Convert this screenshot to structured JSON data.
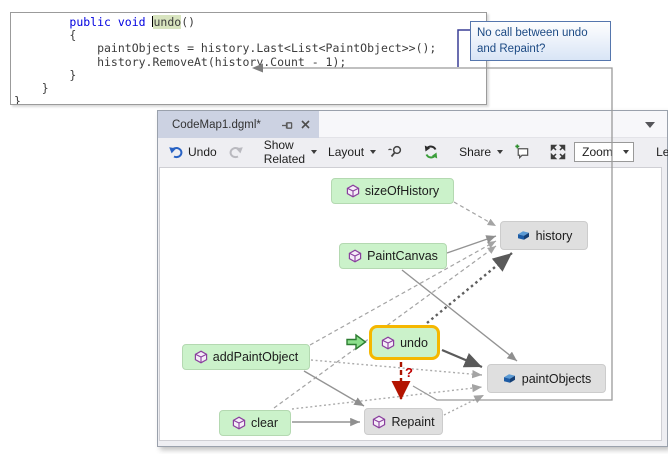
{
  "code_snippet": {
    "indent": "        ",
    "keyword": "public void ",
    "method_name": "undo",
    "signature_suffix": "()",
    "lines": [
      "        {",
      "            paintObjects = history.Last<List<PaintObject>>();",
      "            history.RemoveAt(history.Count - 1);",
      "        }",
      "    }",
      "}"
    ]
  },
  "callout": {
    "text": "No call between undo and Repaint?"
  },
  "window": {
    "tab": {
      "title": "CodeMap1.dgml*"
    },
    "toolbar": {
      "undo": "Undo",
      "show_related": "Show Related",
      "layout": "Layout",
      "share": "Share",
      "zoom": "Zoom",
      "legend": "Legend"
    }
  },
  "graph": {
    "question_mark": "?",
    "nodes": [
      {
        "id": "sizeOfHistory",
        "label": "sizeOfHistory",
        "kind": "method",
        "color": "green"
      },
      {
        "id": "history",
        "label": "history",
        "kind": "field",
        "color": "gray"
      },
      {
        "id": "PaintCanvas",
        "label": "PaintCanvas",
        "kind": "method",
        "color": "green"
      },
      {
        "id": "undo",
        "label": "undo",
        "kind": "method",
        "color": "green",
        "selected": true
      },
      {
        "id": "addPaintObject",
        "label": "addPaintObject",
        "kind": "method",
        "color": "green"
      },
      {
        "id": "paintObjects",
        "label": "paintObjects",
        "kind": "field",
        "color": "gray"
      },
      {
        "id": "clear",
        "label": "clear",
        "kind": "method",
        "color": "green"
      },
      {
        "id": "Repaint",
        "label": "Repaint",
        "kind": "method",
        "color": "gray"
      }
    ],
    "edges": [
      {
        "from": "sizeOfHistory",
        "to": "history",
        "style": "dashed"
      },
      {
        "from": "PaintCanvas",
        "to": "history",
        "style": "solid"
      },
      {
        "from": "undo",
        "to": "history",
        "style": "bold-dotted"
      },
      {
        "from": "addPaintObject",
        "to": "history",
        "style": "dashed"
      },
      {
        "from": "clear",
        "to": "history",
        "style": "dashed"
      },
      {
        "from": "undo",
        "to": "paintObjects",
        "style": "bold-solid"
      },
      {
        "from": "PaintCanvas",
        "to": "paintObjects",
        "style": "solid"
      },
      {
        "from": "addPaintObject",
        "to": "paintObjects",
        "style": "dotted"
      },
      {
        "from": "clear",
        "to": "paintObjects",
        "style": "dotted"
      },
      {
        "from": "Repaint",
        "to": "paintObjects",
        "style": "dotted"
      },
      {
        "from": "addPaintObject",
        "to": "Repaint",
        "style": "solid"
      },
      {
        "from": "clear",
        "to": "Repaint",
        "style": "solid"
      },
      {
        "from": "undo",
        "to": "Repaint",
        "style": "red-dashed",
        "label": "?"
      }
    ]
  },
  "colors": {
    "node_green": "#cbf2ca",
    "node_gray": "#dfdfdf",
    "selection_border": "#f5b700",
    "question_edge": "#aa1400",
    "callout_border": "#5576ad",
    "callout_text": "#1c4a84",
    "keyword_blue": "#0000e0",
    "toolbar_bg": "#eeeef2",
    "leader_line": "#9a9a9a"
  }
}
